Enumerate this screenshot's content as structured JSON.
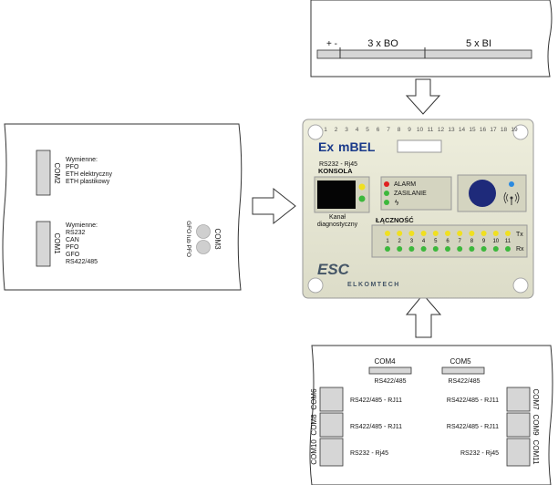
{
  "top_panel": {
    "terminal_marks": "+ -",
    "bo_label": "3 x BO",
    "bi_label": "5 x BI"
  },
  "left_panel": {
    "com2": "COM2",
    "com1": "COM1",
    "com3": "COM3",
    "gfo_pfo": "GFO lub PFO",
    "com2_options": [
      "Wymienne:",
      "PFO",
      "ETH elektryczny",
      "ETH plastikowy"
    ],
    "com1_options": [
      "Wymienne:",
      "RS232",
      "CAN",
      "PFO",
      "GFO",
      "RS422/485"
    ]
  },
  "device": {
    "terminal_numbers": [
      "1",
      "2",
      "3",
      "4",
      "5",
      "6",
      "7",
      "8",
      "9",
      "10",
      "11",
      "12",
      "13",
      "14",
      "15",
      "16",
      "17",
      "18",
      "19"
    ],
    "brand_ex": "Ex",
    "brand_mbel": "mBEL",
    "rs232_label": "RS232 - Rj45",
    "konsola": "KONSOLA",
    "kanal": "Kanał",
    "diagnostyczny": "diagnostyczny",
    "alarm": "ALARM",
    "zasilanie": "ZASILANIE",
    "lacznosc": "ŁĄCZNOŚĆ",
    "channel_numbers": [
      "1",
      "2",
      "3",
      "4",
      "5",
      "6",
      "7",
      "8",
      "9",
      "10",
      "11"
    ],
    "tx": "Tx",
    "rx": "Rx",
    "logo_text": "ESC",
    "elkomtech": "ELKOMTECH",
    "colors": {
      "yellow": "#f0e020",
      "green": "#3cb83c",
      "red": "#e02020",
      "blue": "#2a8ae0",
      "navy": "#1e2a7a"
    }
  },
  "bottom_panel": {
    "com4": "COM4",
    "com5": "COM5",
    "com4_type": "RS422/485",
    "com5_type": "RS422/485",
    "left_ports": [
      "COM6",
      "COM8",
      "COM10"
    ],
    "right_ports": [
      "COM7",
      "COM9",
      "COM11"
    ],
    "left_types": [
      "RS422/485 - RJ11",
      "RS422/485 - RJ11",
      "RS232 - Rj45"
    ],
    "right_types": [
      "RS422/485 - RJ11",
      "RS422/485 - RJ11",
      "RS232 - Rj45"
    ]
  }
}
